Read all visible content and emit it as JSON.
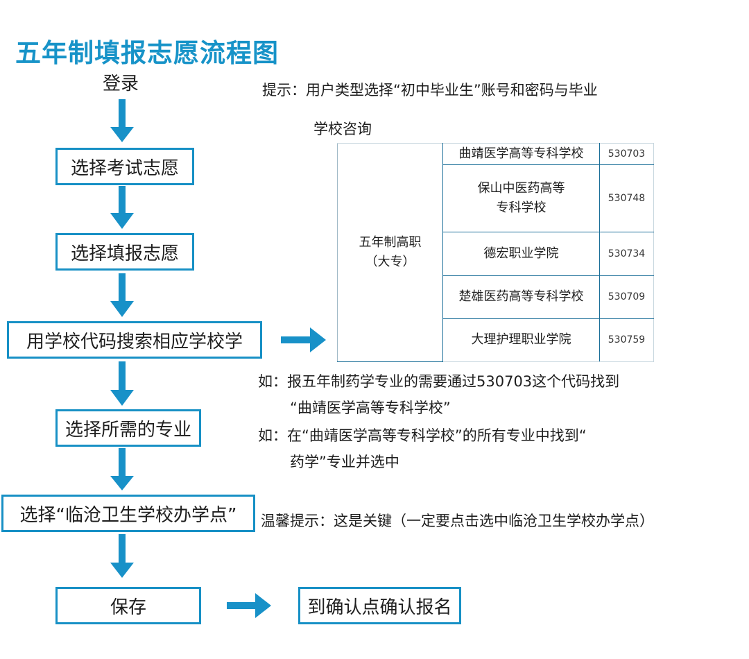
{
  "title": "五年制填报志愿流程图",
  "flow": {
    "start": "登录",
    "steps": [
      "选择考试志愿",
      "选择填报志愿",
      "用学校代码搜索相应学校学",
      "选择所需的专业",
      "选择“临沧卫生学校办学点”",
      "保存"
    ],
    "final": "到确认点确认报名"
  },
  "tip_login": {
    "line1": "提示：用户类型选择“初中毕业生”账号和密码与毕业",
    "line2": "学校咨询"
  },
  "school_table": {
    "type_line1": "五年制高职",
    "type_line2": "（大专）",
    "rows": [
      {
        "name_line1": "曲靖医学高等专科学校",
        "name_line2": "",
        "code": "530703"
      },
      {
        "name_line1": "保山中医药高等",
        "name_line2": "专科学校",
        "code": "530748"
      },
      {
        "name_line1": "德宏职业学院",
        "name_line2": "",
        "code": "530734"
      },
      {
        "name_line1": "楚雄医药高等专科学校",
        "name_line2": "",
        "code": "530709"
      },
      {
        "name_line1": "大理护理职业学院",
        "name_line2": "",
        "code": "530759"
      }
    ]
  },
  "example_search": {
    "line1": "如：报五年制药学专业的需要通过530703这个代码找到",
    "line2": "“曲靖医学高等专科学校”"
  },
  "example_major": {
    "line1": "如：在“曲靖医学高等专科学校”的所有专业中找到“",
    "line2": "药学”专业并选中"
  },
  "warm_tip": "温馨提示：这是关键（一定要点击选中临沧卫生学校办学点）",
  "colors": {
    "accent": "#1793c8",
    "box_border": "#1790c5",
    "table_border": "#1a6e98"
  }
}
